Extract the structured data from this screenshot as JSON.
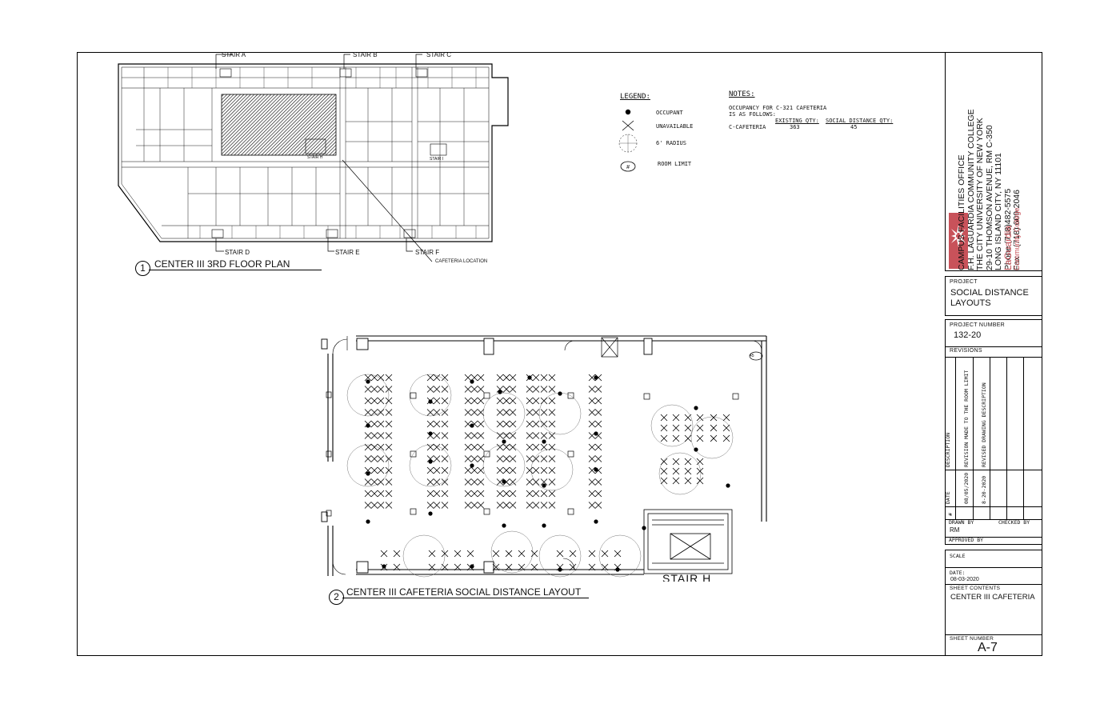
{
  "floor_plan": {
    "title": "CENTER III 3RD FLOOR PLAN",
    "number": "1",
    "stairs": [
      "STAIR A",
      "STAIR B",
      "STAIR C",
      "STAIR D",
      "STAIR E",
      "STAIR F"
    ],
    "inner_stairs": [
      "STAIR H",
      "STAIR I"
    ],
    "callout": "CAFETERIA LOCATION"
  },
  "cafeteria_plan": {
    "title": "CENTER III CAFETERIA SOCIAL DISTANCE LAYOUT",
    "number": "2",
    "stair_label": "STAIR H",
    "room_tag": "45"
  },
  "legend": {
    "heading": "LEGEND:",
    "items": [
      {
        "icon": "occupant-dot-icon",
        "label": "OCCUPANT"
      },
      {
        "icon": "x-mark-icon",
        "label": "UNAVAILABLE"
      },
      {
        "icon": "radius-circle-icon",
        "label": "6' RADIUS"
      },
      {
        "icon": "room-limit-icon",
        "label": "ROOM LIMIT"
      }
    ]
  },
  "notes": {
    "heading": "NOTES:",
    "line1": "OCCUPANCY FOR C-321 CAFETERIA",
    "line2": "IS AS FOLLOWS:",
    "col_existing": "EXISTING QTY:",
    "col_social": "SOCIAL DISTANCE QTY:",
    "row_name": "C-CAFETERIA",
    "existing_qty": "363",
    "social_qty": "45"
  },
  "title_block": {
    "office": "CAMPUS FACILITIES OFFICE",
    "college": "F.H. LAGUARDIA COMMUNITY COLLEGE",
    "university": "THE CITY UNIVERSITY OF NEW YORK",
    "address1": "29-10 THOMSON AVENUE, RM C-350",
    "address2": "LONG ISLAND CITY, NY 11101",
    "phone": "Phone (718)482-5575",
    "fax": "Fax    (718) 609-2046",
    "logo_name": "LaGuardia",
    "logo_sub": "Community College",
    "project_label": "PROJECT",
    "project_name_1": "SOCIAL DISTANCE",
    "project_name_2": "LAYOUTS",
    "project_number_label": "PROJECT NUMBER",
    "project_number": "132-20",
    "revisions_label": "REVISIONS",
    "rev_col_description": "DESCRIPTION",
    "rev_col_date": "DATE",
    "rev_col_num": "#",
    "revisions": [
      {
        "description": "REVISION MADE TO THE ROOM LIMIT",
        "date": "08/05/2020"
      },
      {
        "description": "REVISED DRAWING DESCRIPTION",
        "date": "8-20-2020"
      }
    ],
    "drawn_by_label": "DRAWN BY",
    "drawn_by": "RM",
    "checked_by_label": "CHECKED BY",
    "approved_by_label": "APPROVED BY",
    "scale_label": "SCALE",
    "date_label": "DATE:",
    "date": "08-03-2020",
    "sheet_contents_label": "SHEET CONTENTS",
    "sheet_contents": "CENTER III CAFETERIA",
    "sheet_number_label": "SHEET NUMBER",
    "sheet_number": "A-7"
  },
  "colors": {
    "logo_bg": "#c8525a",
    "line": "#000000"
  }
}
